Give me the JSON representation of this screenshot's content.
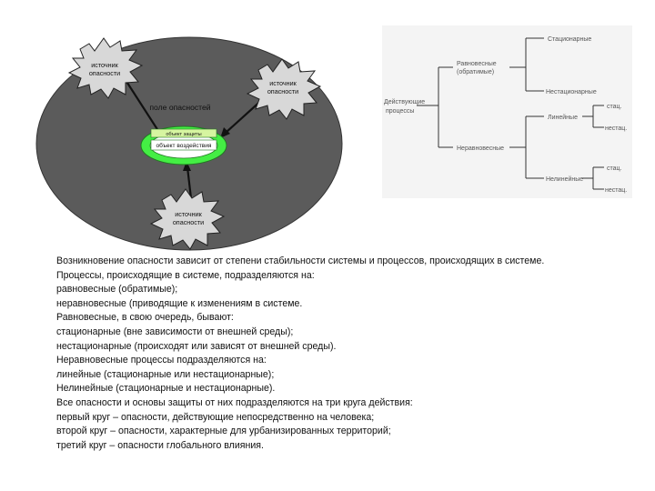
{
  "left_diagram": {
    "field_label": "поле опасностей",
    "center_small_label": "объект защиты",
    "center_label": "объект воздействия",
    "source_label_line1": "источник",
    "source_label_line2": "опасности",
    "colors": {
      "field_fill": "#5b5b5b",
      "burst_fill": "#d8d8d8",
      "center_ring": "#44ee44",
      "center_inner": "#d6f5a0"
    }
  },
  "right_diagram": {
    "root_line1": "Действующие",
    "root_line2": "процессы",
    "equilibrium_line1": "Равновесные",
    "equilibrium_line2": "(обратимые)",
    "nonequilibrium": "Неравновесные",
    "stationary": "Стационарные",
    "nonstationary": "Нестационарные",
    "linear": "Линейные",
    "nonlinear": "Нелинейные",
    "stat": "стац.",
    "nestac": "нестац."
  },
  "text": {
    "p1": "Возникновение опасности зависит от степени стабильности системы и процессов, происходящих в системе.",
    "lines": [
      "Процессы, происходящие в системе, подразделяются на:",
      "равновесные (обратимые);",
      "неравновесные (приводящие к изменениям в системе.",
      "Равновесные, в свою очередь, бывают:",
      "стационарные (вне зависимости от внешней среды);",
      "нестационарные (происходят или зависят от внешней среды).",
      "Неравновесные процессы подразделяются на:",
      "линейные (стационарные или нестационарные);",
      "Нелинейные (стационарные и нестационарные).",
      "Все опасности и основы защиты от них подразделяются на три круга действия:",
      "первый круг – опасности, действующие непосредственно на человека;",
      "второй круг – опасности, характерные для урбанизированных территорий;",
      "третий круг – опасности глобального влияния."
    ]
  }
}
